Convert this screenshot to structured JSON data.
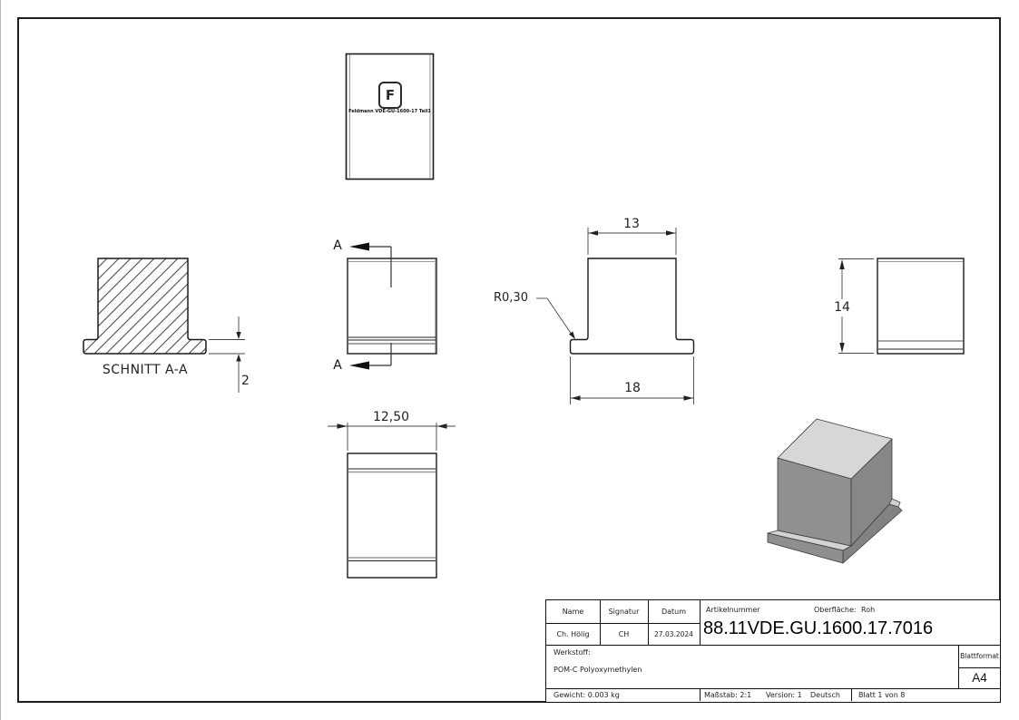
{
  "views": {
    "top_view": {
      "logo_letter": "F",
      "logo_text": "Feldmann VDE-GU-1600-17 Teil1"
    },
    "section_view": {
      "label": "SCHNITT A-A",
      "flange_thickness_dim": "2"
    },
    "side_view": {
      "section_marker": "A"
    },
    "front_view": {
      "top_width_dim": "13",
      "base_width_dim": "18",
      "fillet_radius_dim": "R0,30"
    },
    "right_view": {
      "height_dim": "14"
    },
    "bottom_view": {
      "depth_dim": "12,50"
    },
    "isometric": {
      "colors": {
        "top": "#d7d7d7",
        "front": "#909090",
        "right": "#878787",
        "flange_top": "#d3d3d3",
        "flange_front": "#8e8e8e",
        "flange_right": "#828282",
        "tab": "#cfcfcf"
      }
    }
  },
  "title_block": {
    "name_label": "Name",
    "signatur_label": "Signatur",
    "datum_label": "Datum",
    "name_value": "Ch. Hölig",
    "signatur_value": "CH",
    "datum_value": "27.03.2024",
    "artikelnummer_label": "Artikelnummer",
    "oberflaeche_label": "Oberfläche:",
    "oberflaeche_value": "Roh",
    "artikelnummer_value": "88.11VDE.GU.1600.17.7016",
    "werkstoff_label": "Werkstoff:",
    "werkstoff_value": "POM-C Polyoxymethylen",
    "blattformat_label": "Blattformat",
    "blattformat_value": "A4",
    "gewicht": "Gewicht: 0.003 kg",
    "massstab": "Maßstab: 2:1",
    "version": "Version: 1",
    "language": "Deutsch",
    "blatt": "Blatt 1 von 8"
  }
}
